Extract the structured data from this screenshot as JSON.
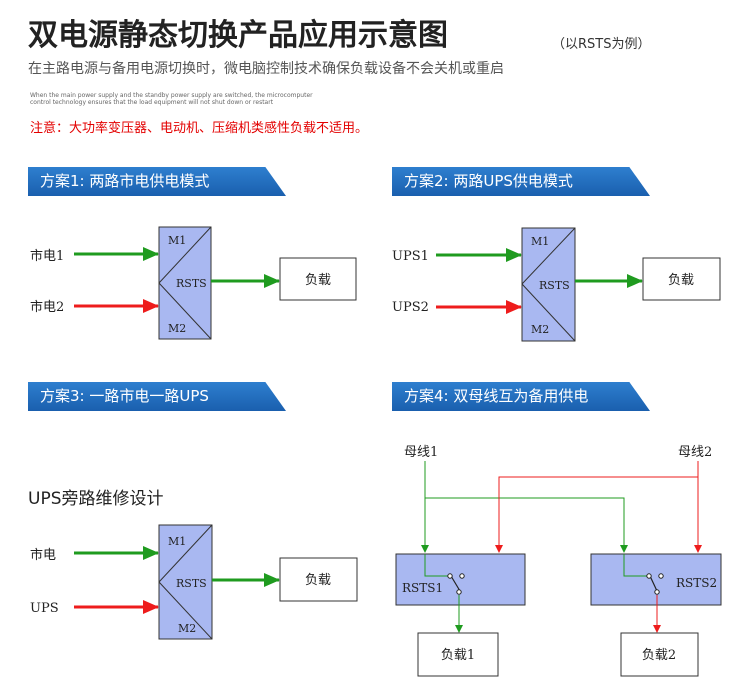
{
  "header": {
    "title": "双电源静态切换产品应用示意图",
    "subtitle": "（以RSTS为例）",
    "description": "在主路电源与备用电源切换时，微电脑控制技术确保负载设备不会关机或重启",
    "description_en_line1": "When the main power supply and the standby power supply are switched, the microcomputer",
    "description_en_line2": "control technology ensures that the load equipment will not shut down or restart",
    "note": "注意：大功率变压器、电动机、压缩机类感性负载不适用。"
  },
  "schemes": [
    {
      "label": "方案1:  两路市电供电模式",
      "input1": "市电1",
      "input2": "市电2",
      "m1": "M1",
      "m2": "M2",
      "rsts": "RSTS",
      "load": "负载"
    },
    {
      "label": "方案2:  两路UPS供电模式",
      "input1": "UPS1",
      "input2": "UPS2",
      "m1": "M1",
      "m2": "M2",
      "rsts": "RSTS",
      "load": "负载"
    },
    {
      "label": "方案3:  一路市电一路UPS",
      "design_title": "UPS旁路维修设计",
      "input1": "市电",
      "input2": "UPS",
      "m1": "M1",
      "m2": "M2",
      "rsts": "RSTS",
      "load": "负载"
    },
    {
      "label": "方案4:  双母线互为备用供电",
      "bus1": "母线1",
      "bus2": "母线2",
      "rsts1": "RSTS1",
      "rsts2": "RSTS2",
      "load1": "负载1",
      "load2": "负载2"
    }
  ],
  "colors": {
    "main_feed": "#1f9b1f",
    "backup_feed": "#ee1c1c",
    "box_fill": "#a9b8f1",
    "tab_blue": "#1d66b6"
  }
}
